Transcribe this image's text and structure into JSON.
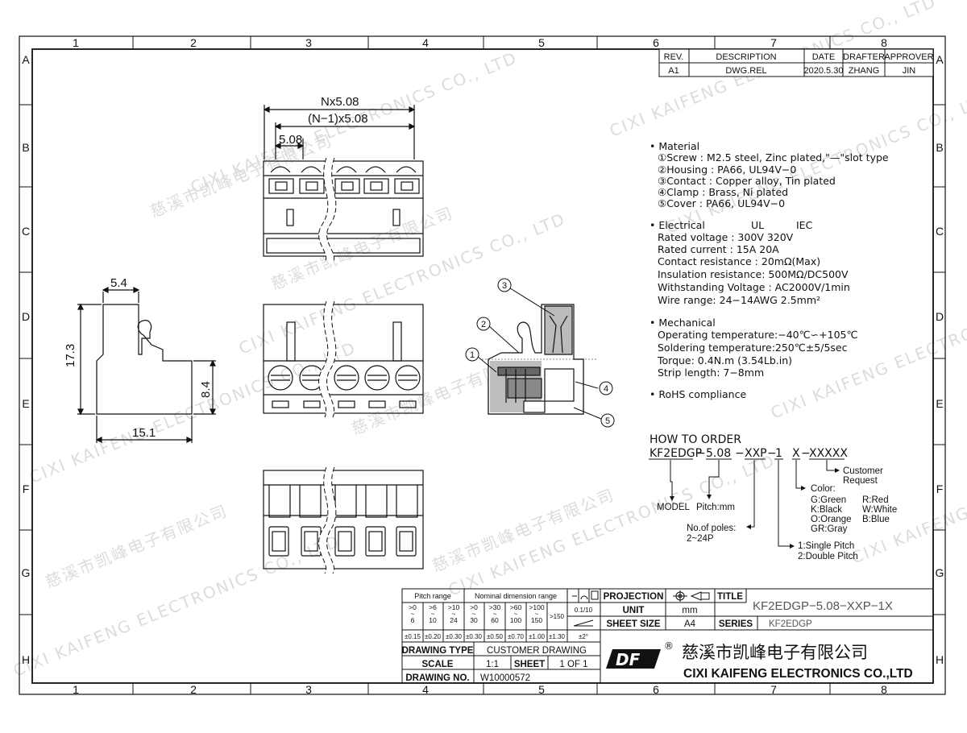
{
  "frame": {
    "col_labels": [
      "1",
      "2",
      "3",
      "4",
      "5",
      "6",
      "7",
      "8"
    ],
    "row_labels": [
      "A",
      "B",
      "C",
      "D",
      "E",
      "F",
      "G",
      "H"
    ]
  },
  "revision": {
    "headers": [
      "REV.",
      "DESCRIPTION",
      "DATE",
      "DRAFTER",
      "APPROVER"
    ],
    "row": [
      "A1",
      "DWG.REL",
      "2020.5.30",
      "ZHANG",
      "JIN"
    ]
  },
  "watermark": {
    "cn": "慈溪市凯峰电子有限公司",
    "en": "CIXI KAIFENG ELECTRONICS CO., LTD"
  },
  "dims": {
    "nx": "Nx5.08",
    "n1": "(N−1)x5.08",
    "pitch": "5.08",
    "w54": "5.4",
    "h173": "17.3",
    "h84": "8.4",
    "w151": "15.1"
  },
  "callouts": [
    "1",
    "2",
    "3",
    "4",
    "5"
  ],
  "specs": {
    "material": {
      "title": "• Material",
      "lines": [
        "①Screw : M2.5 steel, Zinc plated,\"—\"slot type",
        "②Housing : PA66, UL94V−0",
        "③Contact : Copper alloy, Tin plated",
        "④Clamp : Brass, Ni plated",
        "⑤Cover : PA66, UL94V−0"
      ]
    },
    "electrical": {
      "title": "• Electrical",
      "ul": "UL",
      "iec": "IEC",
      "lines": [
        "Rated voltage : 300V    320V",
        "Rated current : 15A       20A",
        "Contact resistance : 20mΩ(Max)",
        "Insulation resistance: 500MΩ/DC500V",
        "Withstanding Voltage : AC2000V/1min",
        "Wire range: 24−14AWG   2.5mm²"
      ]
    },
    "mechanical": {
      "title": "• Mechanical",
      "lines": [
        "Operating temperature:−40℃∽+105℃",
        "Soldering temperature:250℃±5/5sec",
        "Torque: 0.4N.m (3.54Lb.in)",
        "Strip length: 7−8mm"
      ]
    },
    "rohs": "• RoHS compliance"
  },
  "order": {
    "title": "HOW TO ORDER",
    "part_model": "KF2EDGP",
    "part_pitch": "5.08",
    "part_poles": "XXP",
    "part_type": "1",
    "part_color": "X",
    "part_req": "XXXXX",
    "sep": "−",
    "model": "MODEL",
    "pitch": "Pitch:mm",
    "poles1": "No.of poles:",
    "poles2": "2~24P",
    "type1": "1:Single Pitch",
    "type2": "2:Double Pitch",
    "color": "Color:",
    "colors": [
      "G:Green",
      "K:Black",
      "O:Orange",
      "GR:Gray",
      "R:Red",
      "W:White",
      "B:Blue"
    ],
    "req1": "Customer",
    "req2": "Request"
  },
  "tolerance": {
    "pitch_range": "Pitch range",
    "nominal": "Nominal dimension range",
    "ranges": [
      ">0 ~ 6",
      ">6 ~ 10",
      ">10 ~ 24",
      ">0 ~ 30",
      ">30 ~ 60",
      ">60 ~ 100",
      ">100 ~ 150"
    ],
    "gt150": ">150",
    "ang": "0.1/10",
    "tols": [
      "±0.15",
      "±0.20",
      "±0.30",
      "±0.30",
      "±0.50",
      "±0.70",
      "±1.00",
      "±1.30"
    ],
    "angle_tol": "±2°"
  },
  "titleblock": {
    "projection": "PROJECTION",
    "unit_label": "UNIT",
    "unit": "mm",
    "sheet_size_label": "SHEET SIZE",
    "sheet_size": "A4",
    "title_label": "TITLE",
    "title": "KF2EDGP−5.08−XXP−1X",
    "series_label": "SERIES",
    "series": "KF2EDGP",
    "drawing_type_label": "DRAWING TYPE",
    "drawing_type": "CUSTOMER DRAWING",
    "scale_label": "SCALE",
    "scale": "1:1",
    "sheet_label": "SHEET",
    "sheet": "1  OF  1",
    "drawing_no_label": "DRAWING NO.",
    "drawing_no": "W10000572",
    "company_cn": "慈溪市凯峰电子有限公司",
    "company_en": "CIXI KAIFENG ELECTRONICS CO.,LTD",
    "logo": "DF",
    "reg": "®"
  }
}
